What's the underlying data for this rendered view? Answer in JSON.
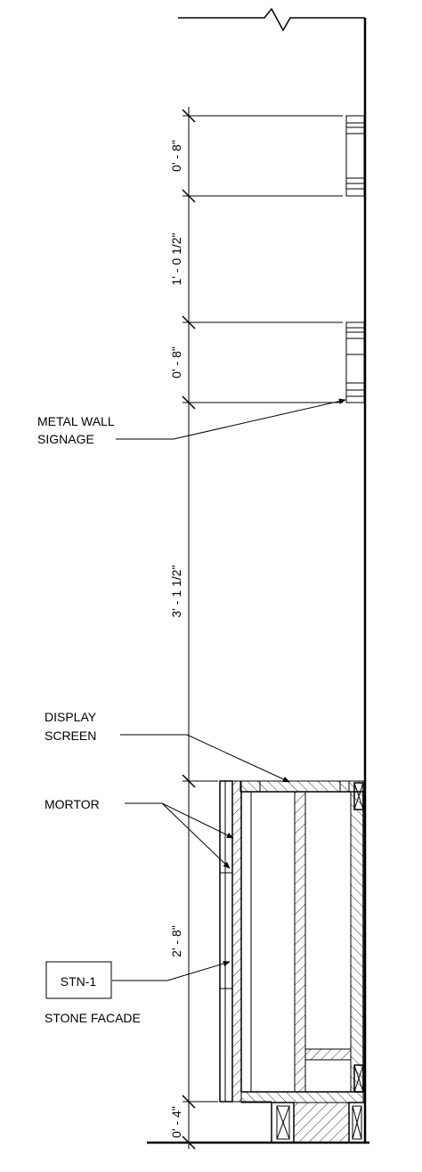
{
  "dimensions": {
    "d1": "0' - 8\"",
    "d2": "1' - 0 1/2\"",
    "d3": "0' - 8\"",
    "d4": "3' - 1 1/2\"",
    "d5": "2' - 8\"",
    "d6": "0' - 4\""
  },
  "notes": {
    "metal_wall_signage_line1": "METAL WALL",
    "metal_wall_signage_line2": "SIGNAGE",
    "display_screen_line1": "DISPLAY",
    "display_screen_line2": "SCREEN",
    "mortor": "MORTOR",
    "stone_tag": "STN-1",
    "stone_facade": "STONE FACADE"
  }
}
